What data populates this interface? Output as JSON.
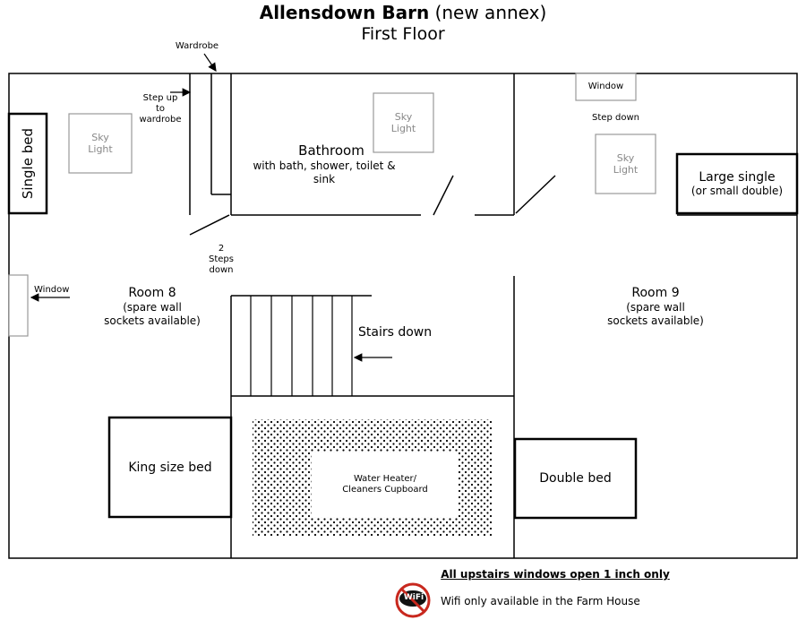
{
  "header": {
    "title_bold": "Allensdown Barn",
    "title_rest": "(new annex)",
    "subtitle": "First Floor"
  },
  "labels": {
    "wardrobe": "Wardrobe",
    "step_up": "Step up\nto\nwardrobe",
    "single_bed": "Single bed",
    "sky_light": "Sky\nLight",
    "bathroom_title": "Bathroom",
    "bathroom_desc": "with bath, shower, toilet &\nsink",
    "window": "Window",
    "step_down": "Step down",
    "large_single_1": "Large single",
    "large_single_2": "(or small double)",
    "two_steps": "2\nSteps\ndown",
    "room8_title": "Room 8",
    "room8_desc": "(spare wall\nsockets available)",
    "room9_title": "Room 9",
    "room9_desc": "(spare wall\nsockets available)",
    "stairs_down": "Stairs down",
    "king_bed": "King size bed",
    "double_bed": "Double bed",
    "water_heater": "Water Heater/\nCleaners Cupboard"
  },
  "footer": {
    "notice": "All upstairs windows open 1 inch only",
    "wifi_note": "Wifi only available in the Farm House",
    "wifi_icon_text": "WiFi"
  }
}
